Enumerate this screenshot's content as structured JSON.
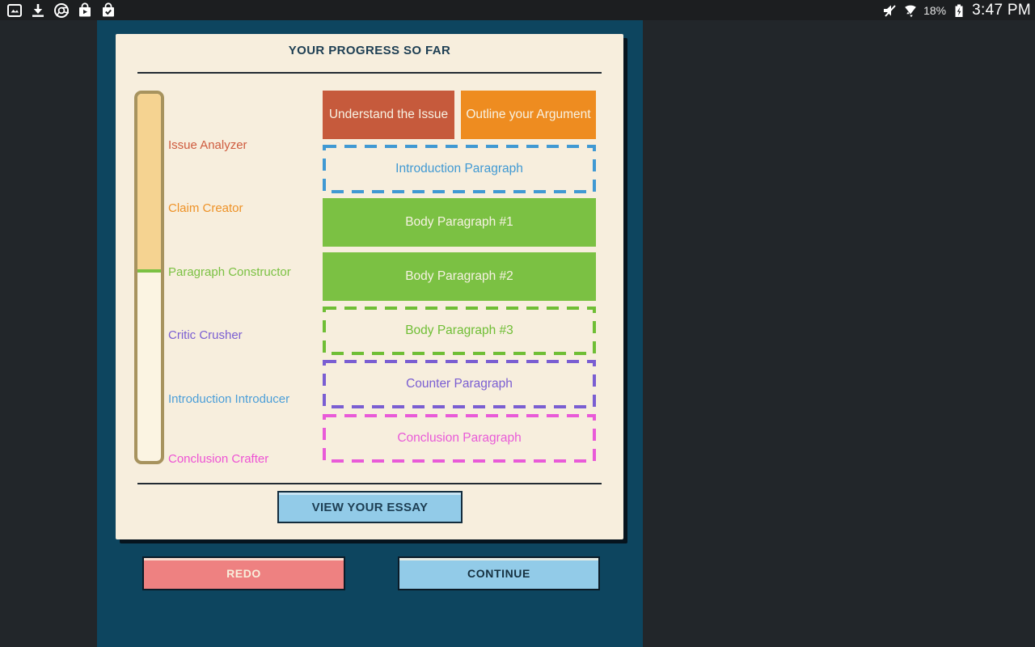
{
  "status_bar": {
    "notification_icons": [
      "screenshot-icon",
      "download-icon",
      "chrome-icon",
      "play-store-icon",
      "play-store-update-icon"
    ],
    "indicator_icons": [
      "volume-muted-icon",
      "wifi-icon",
      "battery-charging-icon"
    ],
    "battery_percent": "18%",
    "time": "3:47 PM"
  },
  "card": {
    "title": "YOUR PROGRESS SO FAR",
    "progress_fill_percent": 49,
    "stages": [
      {
        "label": "Issue Analyzer",
        "color": "#ce5b3e"
      },
      {
        "label": "Claim Creator",
        "color": "#ee9227"
      },
      {
        "label": "Paragraph Constructor",
        "color": "#7bc143"
      },
      {
        "label": "Critic Crusher",
        "color": "#7a5ed2"
      },
      {
        "label": "Introduction Introducer",
        "color": "#4b9ed8"
      },
      {
        "label": "Conclusion Crafter",
        "color": "#ee52d4"
      }
    ],
    "blocks": [
      {
        "label": "Understand the Issue",
        "status": "complete",
        "style": "solid",
        "color": "#c65a3c"
      },
      {
        "label": "Outline your Argument",
        "status": "complete",
        "style": "solid",
        "color": "#ee8c20"
      },
      {
        "label": "Introduction Paragraph",
        "status": "pending",
        "style": "dashed",
        "color": "#4099d3"
      },
      {
        "label": "Body Paragraph #1",
        "status": "complete",
        "style": "solid",
        "color": "#7bc143"
      },
      {
        "label": "Body Paragraph #2",
        "status": "complete",
        "style": "solid",
        "color": "#7bc143"
      },
      {
        "label": "Body Paragraph #3",
        "status": "pending",
        "style": "dashed",
        "color": "#6fbe35"
      },
      {
        "label": "Counter Paragraph",
        "status": "pending",
        "style": "dashed",
        "color": "#7a5ed2"
      },
      {
        "label": "Conclusion Paragraph",
        "status": "pending",
        "style": "dashed",
        "color": "#e95ad8"
      }
    ],
    "view_essay_label": "VIEW YOUR ESSAY"
  },
  "footer": {
    "redo_label": "REDO",
    "continue_label": "CONTINUE"
  },
  "colors": {
    "screen_background": "#22262a",
    "status_bar": "#1c1e20",
    "panel_teal": "#0d455f",
    "card_cream": "#f7eedd",
    "title_navy": "#1d3e53",
    "bar_border_tan": "#a7935e",
    "bar_fill_tan": "#f5d391",
    "bar_progress_line_green": "#7bc143",
    "button_light_blue": "#92cbe8",
    "button_salmon": "#ee8181"
  }
}
